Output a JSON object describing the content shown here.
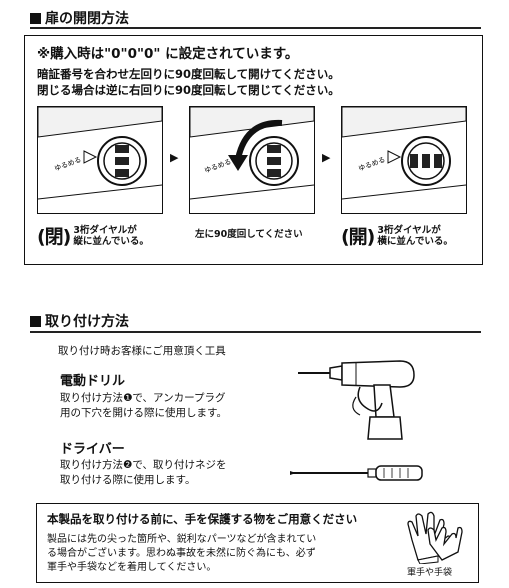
{
  "section1": {
    "title": "扉の開閉方法",
    "notice": "※購入時は\"0\"0\"0\" に設定されています。",
    "instruction1": "暗証番号を合わせ左回りに90度回転して開けてください。",
    "instruction2": "閉じる場合は逆に右回りに90度回転して閉じてください。",
    "panels": [
      {
        "dial_label": "ゆるめる",
        "state": "closed"
      },
      {
        "dial_label": "ゆるめる",
        "state": "turning"
      },
      {
        "dial_label": "ゆるめる",
        "state": "open"
      }
    ],
    "caption_left": {
      "big": "(閉)",
      "line1": "3桁ダイヤルが",
      "line2": "縦に並んでいる。"
    },
    "caption_mid": "左に90度回してください",
    "caption_right": {
      "big": "(開)",
      "line1": "3桁ダイヤルが",
      "line2": "横に並んでいる。"
    },
    "arrow_glyph": "▶"
  },
  "section2": {
    "title": "取り付け方法",
    "subtitle": "取り付け時お客様にご用意頂く工具",
    "tools": [
      {
        "name": "電動ドリル",
        "desc1": "取り付け方法❶で、アンカープラグ",
        "desc2": "用の下穴を開ける際に使用します。",
        "icon": "power-drill-icon"
      },
      {
        "name": "ドライバー",
        "desc1": "取り付け方法❷で、取り付けネジを",
        "desc2": "取り付ける際に使用します。",
        "icon": "screwdriver-icon"
      }
    ],
    "warning": {
      "title": "本製品を取り付ける前に、手を保護する物をご用意ください",
      "line1": "製品には先の尖った箇所や、鋭利なパーツなどが含まれてい",
      "line2": "る場合がございます。思わぬ事故を未然に防ぐ為にも、必ず",
      "line3": "軍手や手袋などを着用してください。",
      "image_caption": "軍手や手袋",
      "icon": "glove-icon"
    }
  }
}
